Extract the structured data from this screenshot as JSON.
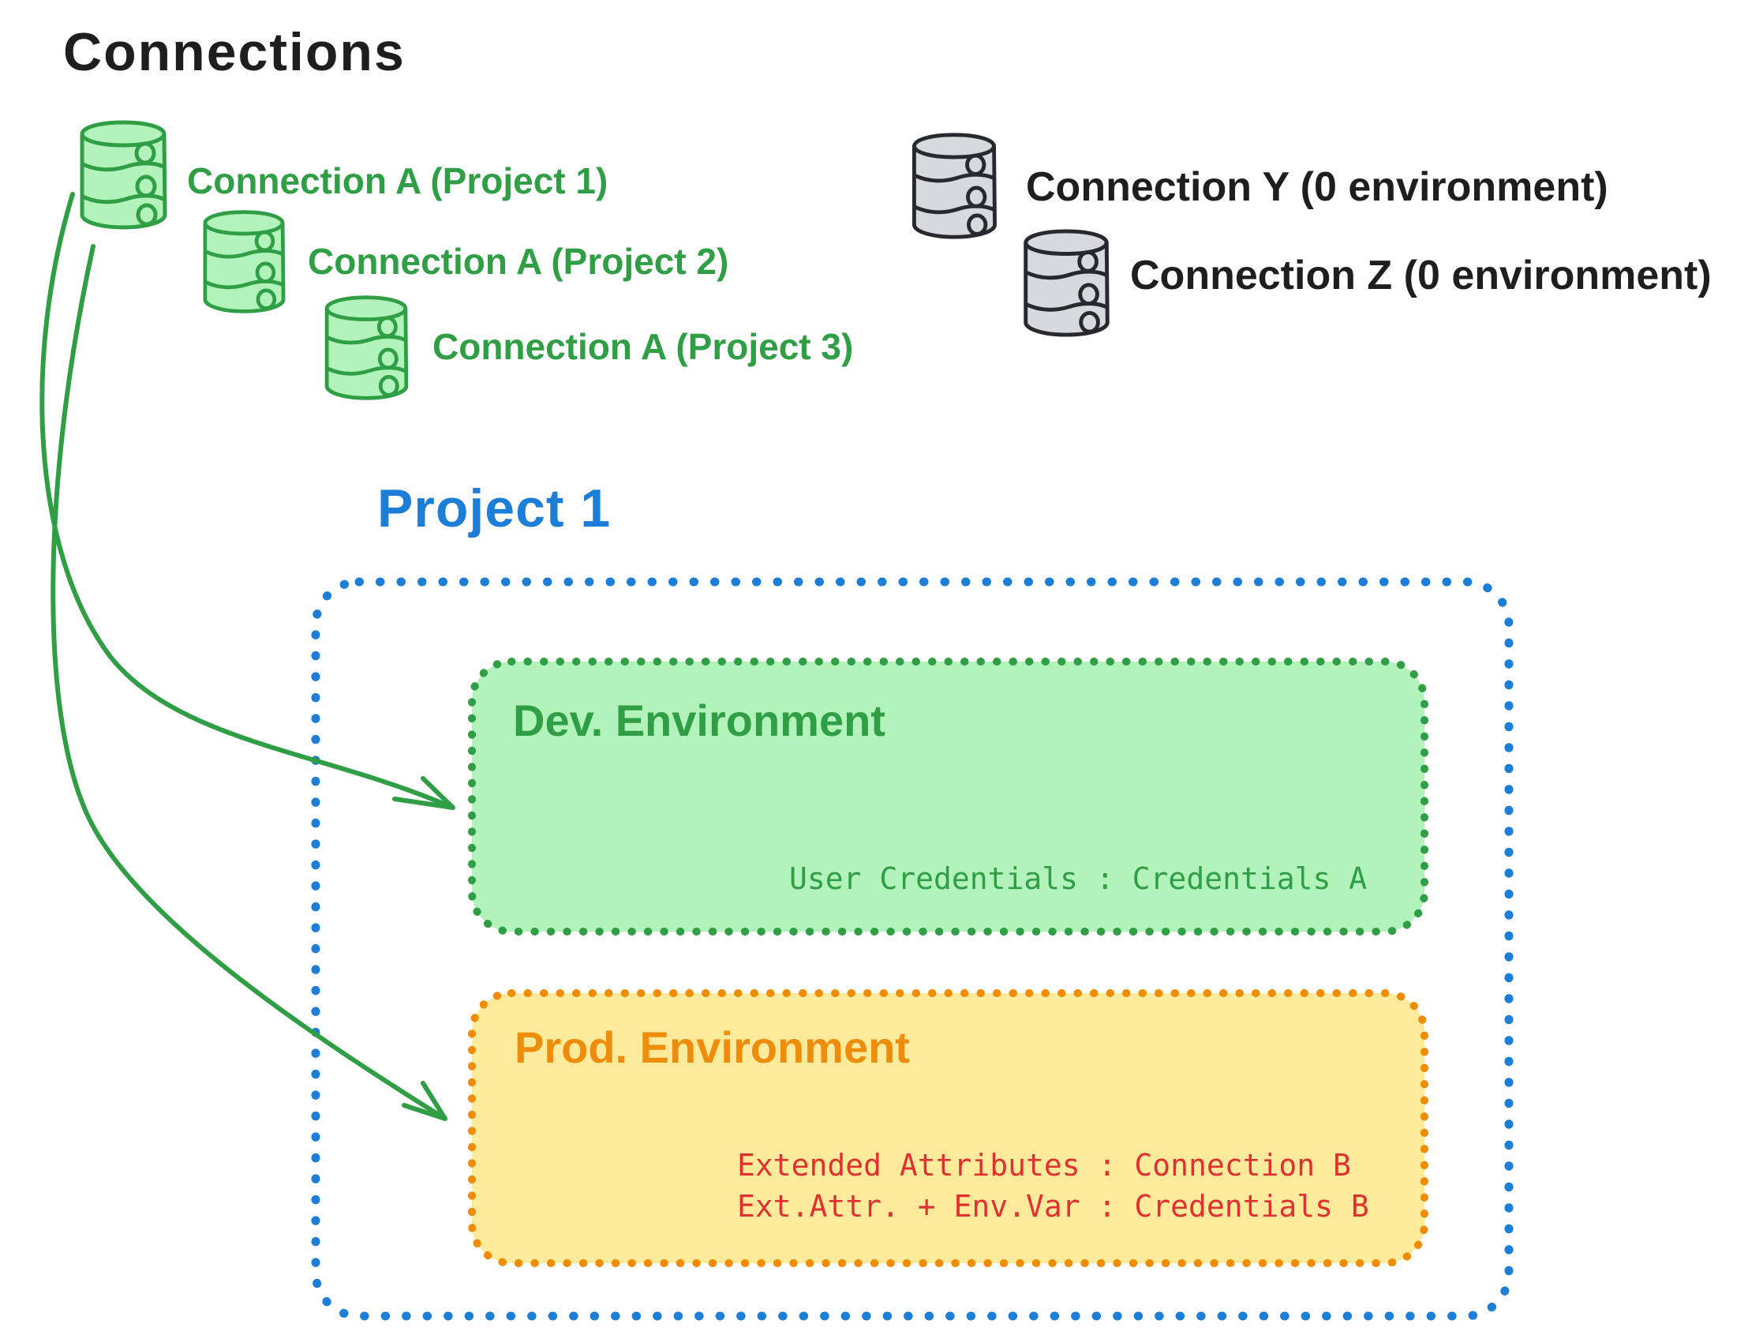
{
  "title": "Connections",
  "green_connections": [
    {
      "label": "Connection A (Project 1)"
    },
    {
      "label": "Connection A (Project 2)"
    },
    {
      "label": "Connection A (Project 3)"
    }
  ],
  "gray_connections": [
    {
      "label": "Connection Y (0 environment)"
    },
    {
      "label": "Connection Z (0 environment)"
    }
  ],
  "project": {
    "title": "Project 1",
    "dev": {
      "title": "Dev. Environment",
      "credentials_line": "User Credentials : Credentials A"
    },
    "prod": {
      "title": "Prod. Environment",
      "attributes_line": "Extended Attributes : Connection B",
      "credentials_line": "Ext.Attr. + Env.Var : Credentials B"
    }
  },
  "icons": {
    "green_connection": "database-icon",
    "gray_connection": "database-icon",
    "arrow": "curved-arrow"
  },
  "colors": {
    "ink": "#1e1e1e",
    "green_stroke": "#2f9e44",
    "green_fill": "#b2f2bb",
    "gray_stroke": "#26292e",
    "gray_fill": "#d6dade",
    "blue": "#1c7ed6",
    "orange": "#f08c00",
    "orange_text": "#ee8d0b",
    "yellow_fill": "#fdea9b",
    "red": "#e03131"
  }
}
